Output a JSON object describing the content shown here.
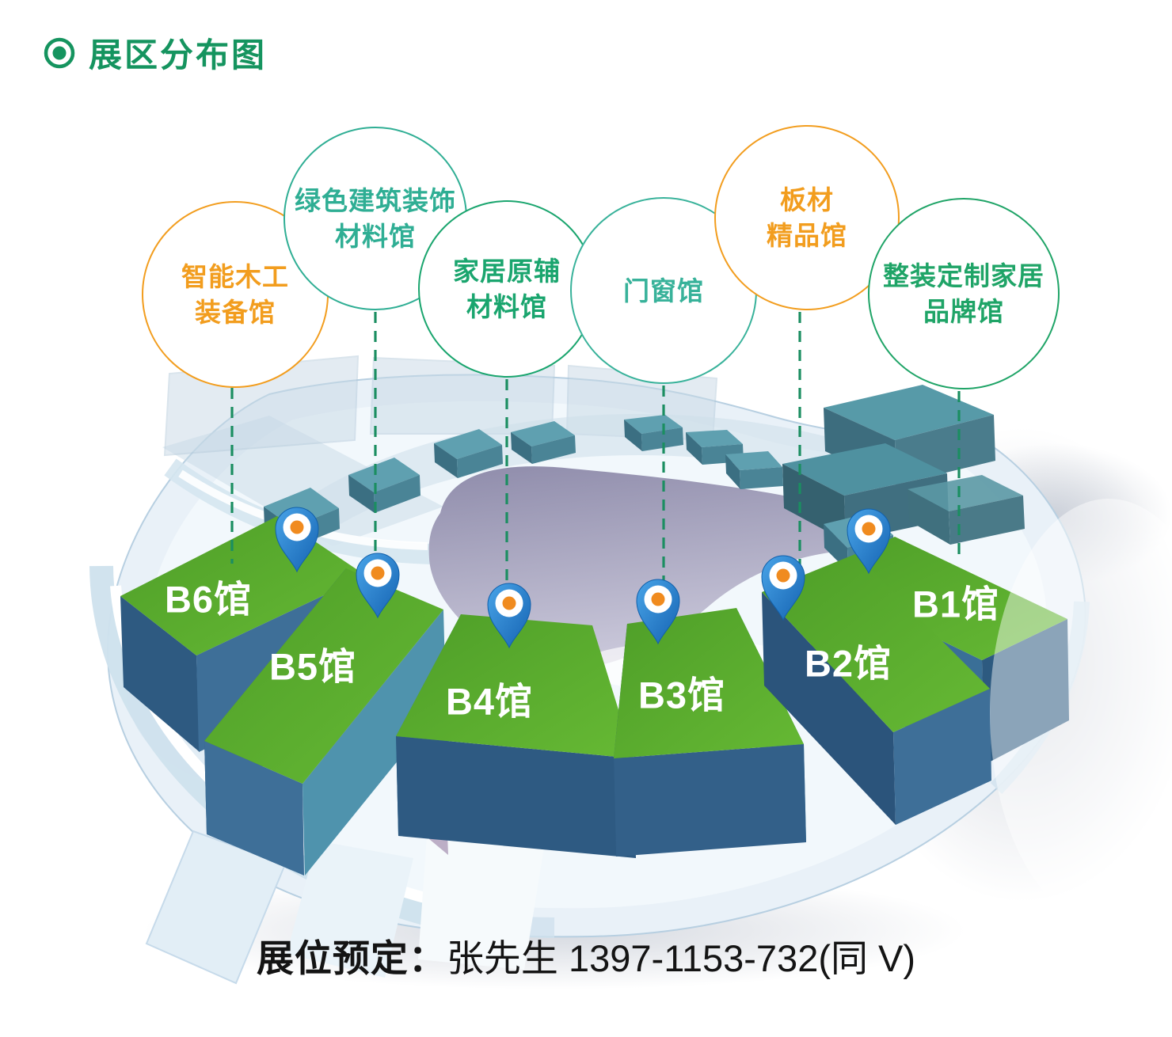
{
  "header": {
    "title": "展区分布图",
    "accent_green": "#15945f"
  },
  "legend_circles": [
    {
      "id": "zhineng-mugong",
      "line1": "智能木工",
      "line2": "装备馆",
      "color": "#f29d1e"
    },
    {
      "id": "lvse-jianzhu",
      "line1": "绿色建筑装饰",
      "line2": "材料馆",
      "color": "#2fae94"
    },
    {
      "id": "jiaju-yuanfu",
      "line1": "家居原辅",
      "line2": "材料馆",
      "color": "#1aa56e"
    },
    {
      "id": "menchuang",
      "line1": "门窗馆",
      "line2": null,
      "color": "#38b29a"
    },
    {
      "id": "bancai-jingpin",
      "line1": "板材",
      "line2": "精品馆",
      "color": "#f29d1e"
    },
    {
      "id": "zhengzhuang",
      "line1": "整装定制家居",
      "line2": "品牌馆",
      "color": "#1fa467"
    }
  ],
  "halls": [
    {
      "id": "B1",
      "label": "B1馆"
    },
    {
      "id": "B2",
      "label": "B2馆"
    },
    {
      "id": "B3",
      "label": "B3馆"
    },
    {
      "id": "B4",
      "label": "B4馆"
    },
    {
      "id": "B5",
      "label": "B5馆"
    },
    {
      "id": "B6",
      "label": "B6馆"
    }
  ],
  "footer": {
    "label": "展位预定：",
    "contact": "张先生 1397-1153-732(同 V)"
  },
  "map": {
    "dash_color": "#1b8e61",
    "hall_top_green": "#55a82c",
    "hall_side_blue": "#35618a",
    "base_blue": "#e9f1f8",
    "pond_gray": "#a9a6c0",
    "pin": {
      "body_blue": "#2b80d2",
      "ring_white": "#ffffff",
      "dot_orange": "#f08b1f"
    }
  }
}
